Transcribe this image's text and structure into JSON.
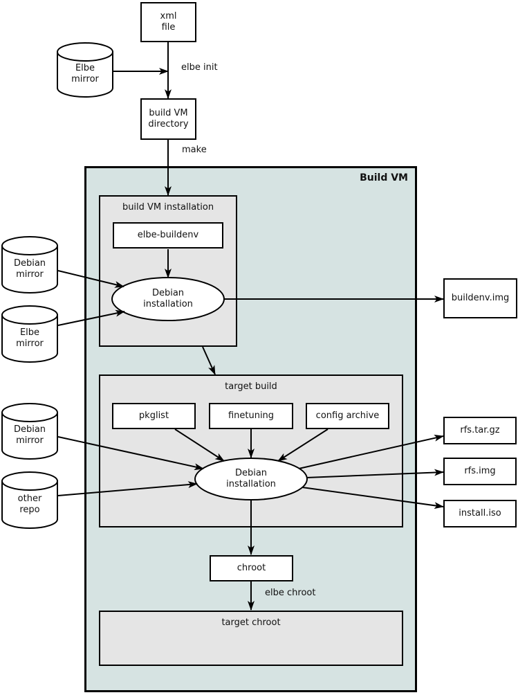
{
  "colors": {
    "canvas_bg": "#ffffff",
    "container_bg": "#d6e3e2",
    "group_bg": "#e5e5e5",
    "node_bg": "#ffffff",
    "stroke": "#000000",
    "text": "#111111"
  },
  "container": {
    "label": "Build VM"
  },
  "nodes": {
    "xml_file": "xml\nfile",
    "elbe_mirror_top": "Elbe\nmirror",
    "build_vm_directory": "build VM\ndirectory",
    "build_vm_installation_title": "build VM installation",
    "elbe_buildenv": "elbe-buildenv",
    "debian_installation_1": "Debian\ninstallation",
    "debian_mirror_1": "Debian\nmirror",
    "elbe_mirror_2": "Elbe\nmirror",
    "buildenv_img": "buildenv.img",
    "target_build_title": "target build",
    "pkglist": "pkglist",
    "finetuning": "finetuning",
    "config_archive": "config archive",
    "debian_installation_2": "Debian\ninstallation",
    "debian_mirror_2": "Debian\nmirror",
    "other_repo": "other\nrepo",
    "rfs_tar_gz": "rfs.tar.gz",
    "rfs_img": "rfs.img",
    "install_iso": "install.iso",
    "chroot": "chroot",
    "target_chroot_title": "target chroot"
  },
  "edge_labels": {
    "elbe_init": "elbe init",
    "make": "make",
    "elbe_chroot": "elbe chroot"
  },
  "edges": [
    {
      "from": "xml_file",
      "to": "build_vm_directory",
      "label": "elbe init"
    },
    {
      "from": "elbe_mirror_top",
      "to": "elbe_init_flow",
      "label": ""
    },
    {
      "from": "build_vm_directory",
      "to": "build_vm_installation",
      "label": "make"
    },
    {
      "from": "elbe_buildenv",
      "to": "debian_installation_1",
      "label": ""
    },
    {
      "from": "debian_mirror_1",
      "to": "debian_installation_1",
      "label": ""
    },
    {
      "from": "elbe_mirror_2",
      "to": "debian_installation_1",
      "label": ""
    },
    {
      "from": "debian_installation_1",
      "to": "buildenv_img",
      "label": ""
    },
    {
      "from": "build_vm_installation",
      "to": "target_build",
      "label": ""
    },
    {
      "from": "pkglist",
      "to": "debian_installation_2",
      "label": ""
    },
    {
      "from": "finetuning",
      "to": "debian_installation_2",
      "label": ""
    },
    {
      "from": "config_archive",
      "to": "debian_installation_2",
      "label": ""
    },
    {
      "from": "debian_mirror_2",
      "to": "debian_installation_2",
      "label": ""
    },
    {
      "from": "other_repo",
      "to": "debian_installation_2",
      "label": ""
    },
    {
      "from": "debian_installation_2",
      "to": "rfs_tar_gz",
      "label": ""
    },
    {
      "from": "debian_installation_2",
      "to": "rfs_img",
      "label": ""
    },
    {
      "from": "debian_installation_2",
      "to": "install_iso",
      "label": ""
    },
    {
      "from": "debian_installation_2",
      "to": "chroot",
      "label": ""
    },
    {
      "from": "chroot",
      "to": "target_chroot",
      "label": "elbe chroot"
    }
  ]
}
